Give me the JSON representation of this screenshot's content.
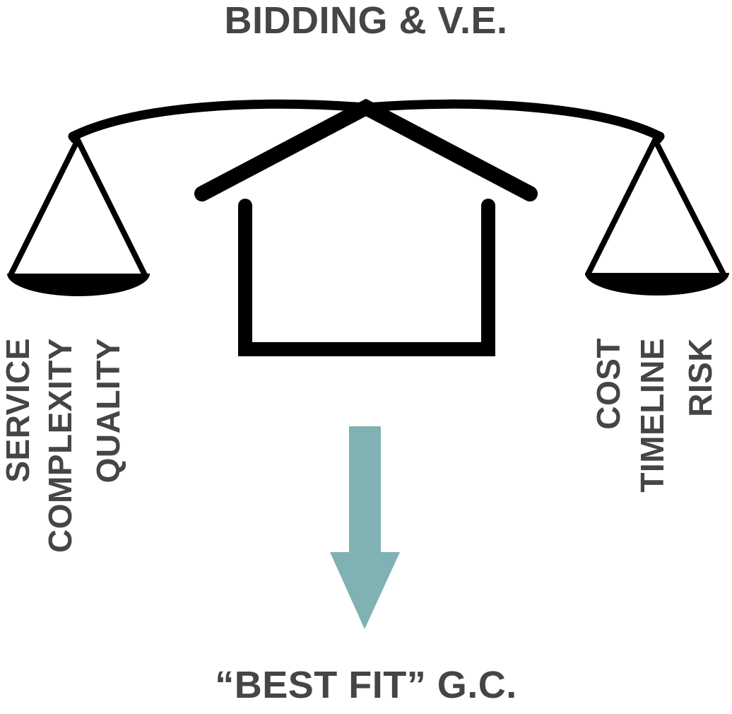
{
  "title": {
    "text": "BIDDING & V.E."
  },
  "outcome": {
    "text": "“BEST FIT” G.C."
  },
  "colors": {
    "text": "#454545",
    "ink": "#000000",
    "arrow": "#80B2B4",
    "background": "#FFFFFF"
  },
  "scale": {
    "left_pan": {
      "side": "left",
      "criteria": [
        {
          "label": "SERVICE"
        },
        {
          "label": "COMPLEXITY"
        },
        {
          "label": "QUALITY"
        }
      ]
    },
    "right_pan": {
      "side": "right",
      "criteria": [
        {
          "label": "COST"
        },
        {
          "label": "TIMELINE"
        },
        {
          "label": "RISK"
        }
      ]
    },
    "center": {
      "icon": "house-icon"
    }
  },
  "arrow": {
    "icon": "down-arrow-icon",
    "direction": "down",
    "color": "#80B2B4"
  },
  "chart_data": {
    "type": "diagram",
    "title": "BIDDING & V.E.",
    "subtitle": "“BEST FIT” G.C.",
    "layout": "balance-scale",
    "left_side": [
      "SERVICE",
      "COMPLEXITY",
      "QUALITY"
    ],
    "right_side": [
      "COST",
      "TIMELINE",
      "RISK"
    ],
    "fulcrum": "house",
    "result": "“BEST FIT” G.C."
  }
}
